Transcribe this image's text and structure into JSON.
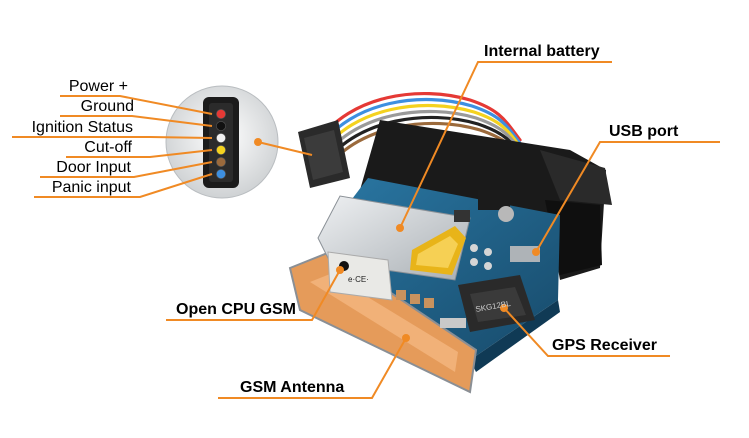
{
  "wire_labels": [
    {
      "text": "Power +",
      "color": "#e53935"
    },
    {
      "text": "Ground",
      "color": "#111111"
    },
    {
      "text": "Ignition Status",
      "color": "#f2f2f2"
    },
    {
      "text": "Cut-off",
      "color": "#f4d21f"
    },
    {
      "text": "Door Input",
      "color": "#9b6a3c"
    },
    {
      "text": "Panic input",
      "color": "#3d8fe0"
    }
  ],
  "component_labels": {
    "internal_battery": "Internal battery",
    "usb_port": "USB port",
    "open_cpu_gsm": "Open CPU GSM",
    "gps_receiver": "GPS Receiver",
    "gsm_antenna": "GSM Antenna"
  },
  "chip_markings": {
    "gsm_module": "e·CE·",
    "gps_module": "SKG12BL"
  },
  "colors": {
    "leader_line": "#f08a24",
    "pcb": "#1f5f86",
    "battery": "#cfd3d6",
    "antenna": "#e59b5a",
    "housing": "#1a1a1a"
  }
}
